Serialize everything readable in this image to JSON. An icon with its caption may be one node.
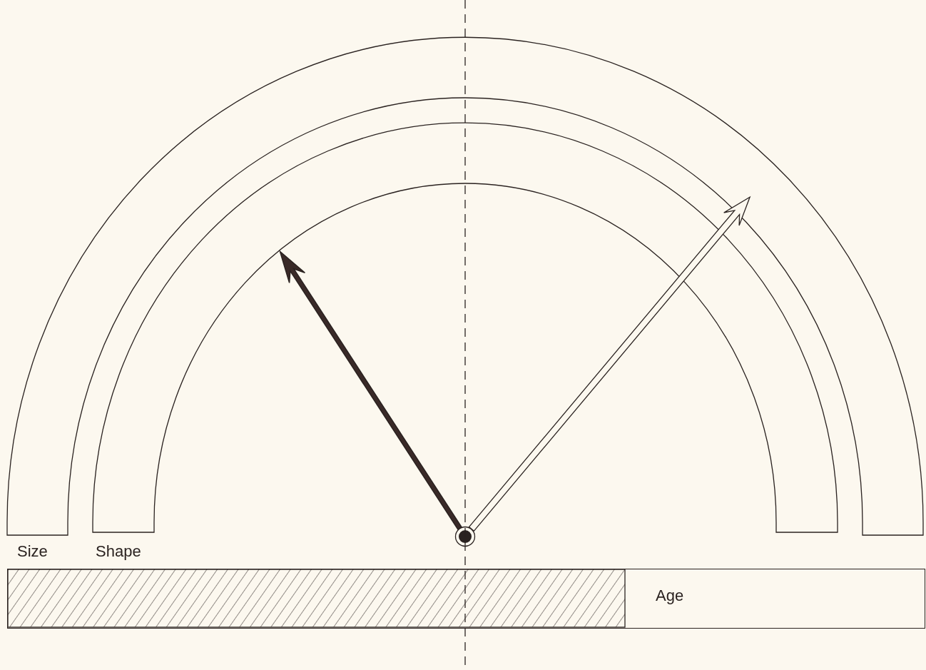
{
  "diagram": {
    "nodes": [
      {
        "text": [
          "Size"
        ]
      },
      {
        "text": [
          "Shape"
        ]
      },
      {
        "text": [],
        "shape": "circle"
      },
      {
        "text": [
          "Age"
        ]
      }
    ],
    "edges": [
      {
        "from": 2,
        "to": 1,
        "arrow": "to",
        "style": "thick"
      },
      {
        "from": 2,
        "to": 0,
        "arrow": "to"
      }
    ]
  }
}
